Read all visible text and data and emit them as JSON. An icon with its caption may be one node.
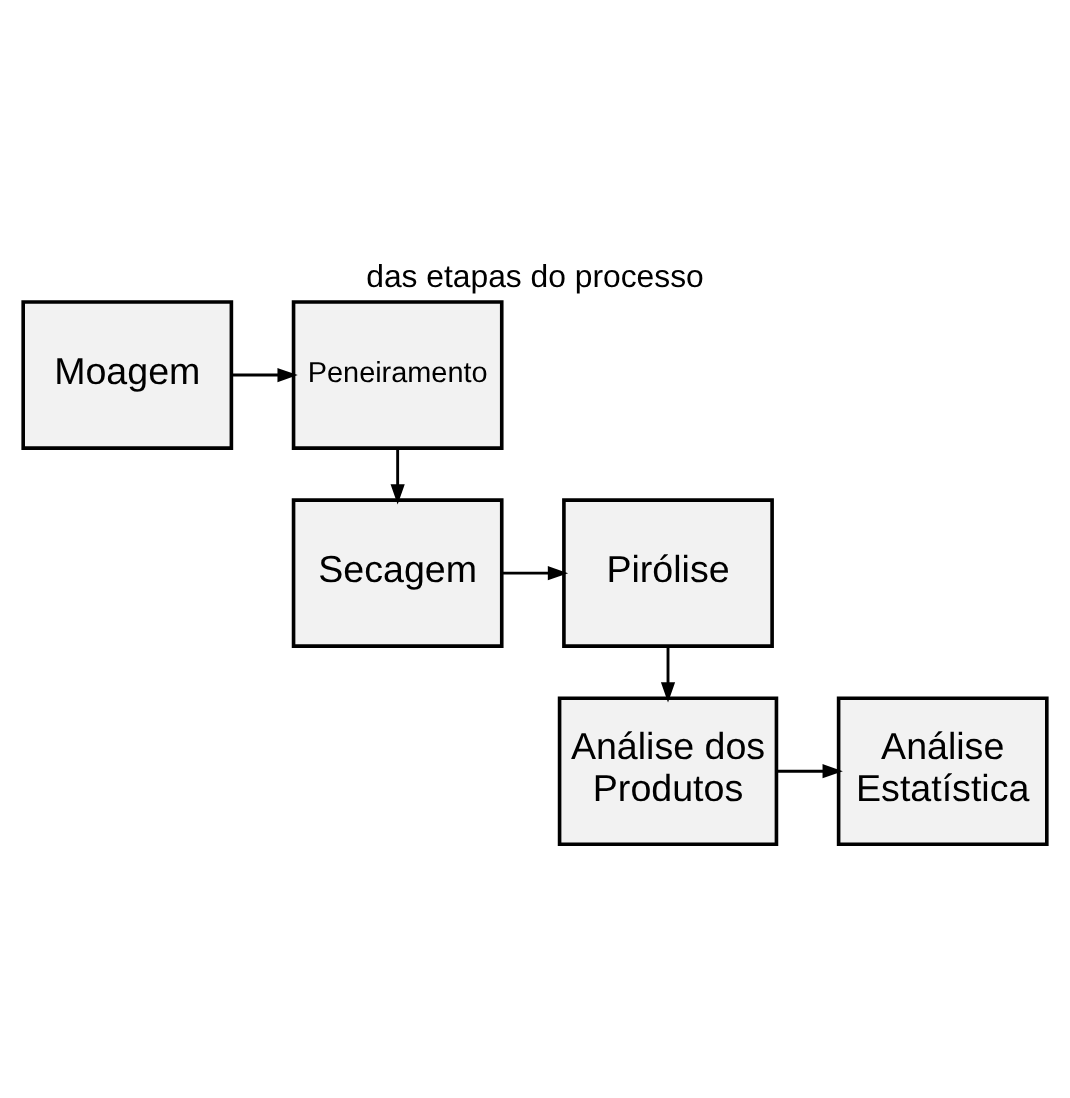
{
  "diagram": {
    "title": "das etapas do processo",
    "nodes": [
      {
        "text": [
          "Moagem"
        ]
      },
      {
        "text": [
          "Peneiramento"
        ]
      },
      {
        "text": [
          "Secagem"
        ]
      },
      {
        "text": [
          "Pirólise"
        ]
      },
      {
        "text": [
          "Análise dos Produtos"
        ]
      },
      {
        "text": [
          "Análise Estatística"
        ]
      }
    ],
    "edges": [
      {
        "from": 0,
        "to": 1,
        "arrow": "to"
      },
      {
        "from": 1,
        "to": 2,
        "arrow": "to"
      },
      {
        "from": 2,
        "to": 3,
        "arrow": "to"
      },
      {
        "from": 3,
        "to": 4,
        "arrow": "to"
      },
      {
        "from": 4,
        "to": 5,
        "arrow": "to"
      }
    ]
  }
}
